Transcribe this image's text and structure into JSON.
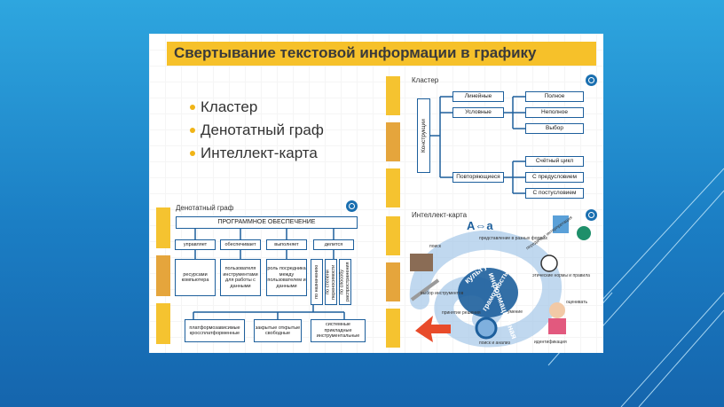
{
  "slide": {
    "title": "Свертывание текстовой информации в графику",
    "bullets": [
      "Кластер",
      "Денотатный граф",
      "Интеллект-карта"
    ]
  },
  "cluster": {
    "title": "Кластер",
    "root": "Конструкции",
    "branches": [
      "Линейные",
      "Условные",
      "Повторяющиеся"
    ],
    "conditional_leaves": [
      "Полное",
      "Неполное",
      "Выбор"
    ],
    "loop_leaves": [
      "Счётный цикл",
      "С предусловием",
      "С постусловием"
    ]
  },
  "graph": {
    "title": "Денотатный граф",
    "root": "ПРОГРАММНОЕ ОБЕСПЕЧЕНИЕ",
    "verbs": [
      "управляет",
      "обеспечивает",
      "выполняет",
      "делится"
    ],
    "nodes": [
      "ресурсами компьютера",
      "пользователя инструментами для работы с данными",
      "роль посредника между пользователем и данными"
    ],
    "vertical": [
      "по назначению",
      "по степени переносимости",
      "по способу распространения"
    ],
    "bottom": [
      "платформозависимые кроссплатформенные",
      "закрытые открытые свободные",
      "системные прикладные инструментальные"
    ]
  },
  "mindmap": {
    "title": "Интеллект-карта",
    "center": "информационная",
    "ring": [
      "культура",
      "грамотность"
    ],
    "letters": "A⇔a",
    "labels": [
      "представление в разных формах",
      "передача и интерпретация",
      "поиск",
      "этические нормы и правила",
      "выбор инструментов",
      "принятие решения",
      "поиск и анализ",
      "идентификация",
      "оценивать",
      "умение"
    ]
  },
  "colors": {
    "accent": "#f6c12a",
    "stripe_orange": "#e8a23a",
    "box_border": "#1d5f9c",
    "bg_top": "#2ea6df",
    "bg_bottom": "#1565ad"
  }
}
